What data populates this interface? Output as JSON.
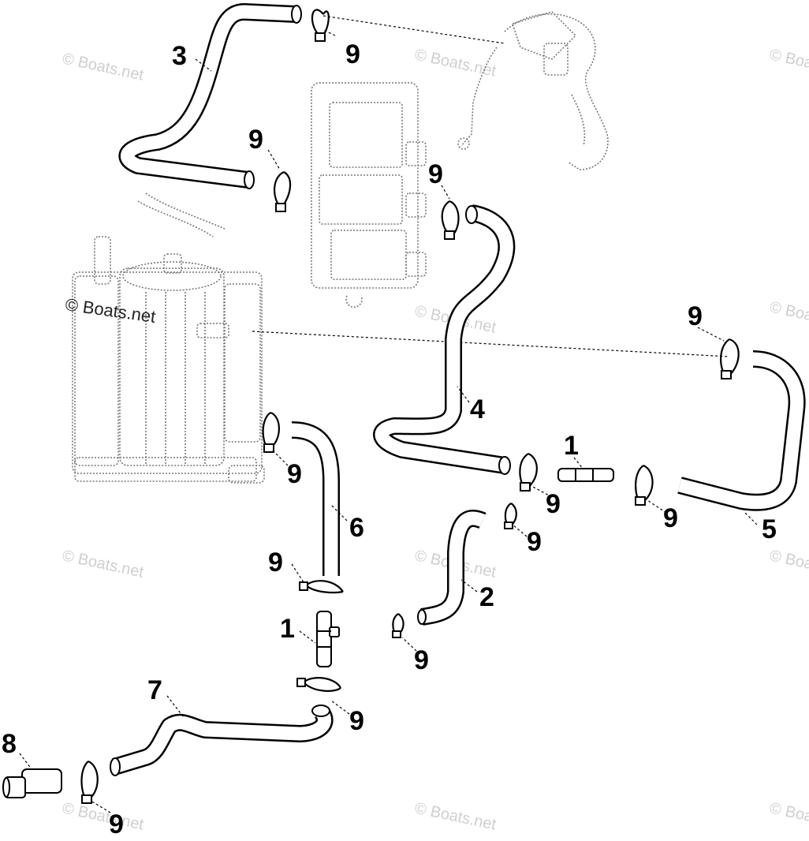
{
  "diagram": {
    "watermark": "© Boats.net",
    "callouts": [
      {
        "id": "c3",
        "label": "3"
      },
      {
        "id": "c9a",
        "label": "9"
      },
      {
        "id": "c9b",
        "label": "9"
      },
      {
        "id": "c9c",
        "label": "9"
      },
      {
        "id": "c9d",
        "label": "9"
      },
      {
        "id": "c4",
        "label": "4"
      },
      {
        "id": "c1a",
        "label": "1"
      },
      {
        "id": "c9e",
        "label": "9"
      },
      {
        "id": "c9f",
        "label": "9"
      },
      {
        "id": "c6",
        "label": "6"
      },
      {
        "id": "c9g",
        "label": "9"
      },
      {
        "id": "c9h",
        "label": "9"
      },
      {
        "id": "c5",
        "label": "5"
      },
      {
        "id": "c9i",
        "label": "9"
      },
      {
        "id": "c2",
        "label": "2"
      },
      {
        "id": "c1b",
        "label": "1"
      },
      {
        "id": "c9j",
        "label": "9"
      },
      {
        "id": "c9k",
        "label": "9"
      },
      {
        "id": "c7",
        "label": "7"
      },
      {
        "id": "c8",
        "label": "8"
      },
      {
        "id": "c9l",
        "label": "9"
      }
    ]
  }
}
